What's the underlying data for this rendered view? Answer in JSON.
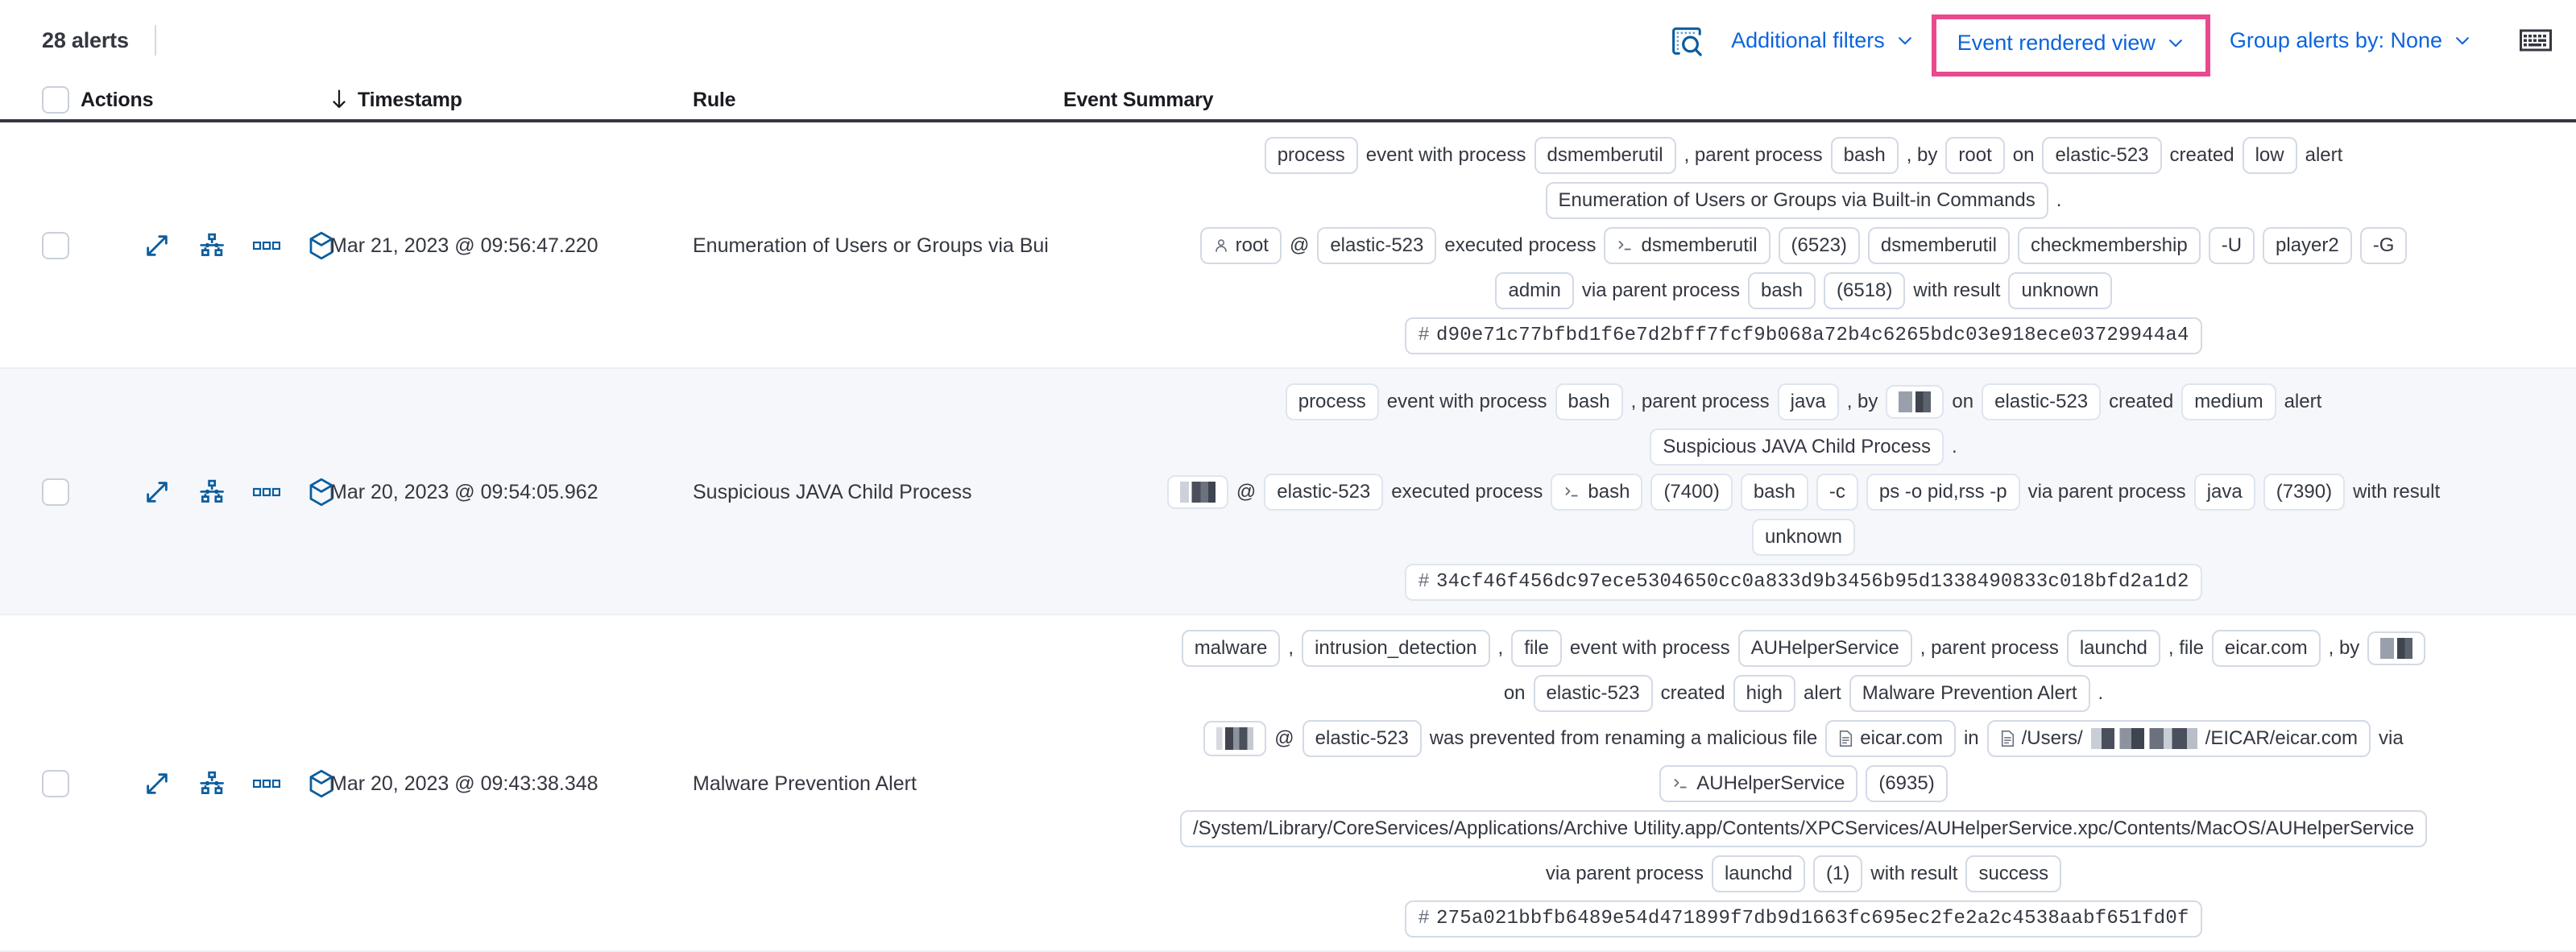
{
  "toolbar": {
    "alert_count": "28 alerts",
    "inspect_icon": "inspect-search-icon",
    "additional_filters": "Additional filters",
    "event_rendered_view": "Event rendered view",
    "group_alerts_by": "Group alerts by: None",
    "keyboard_icon": "keyboard-icon",
    "highlight_color": "#e9498f",
    "link_color": "#0b64dd"
  },
  "table": {
    "headers": {
      "actions": "Actions",
      "timestamp": "Timestamp",
      "rule": "Rule",
      "event_summary": "Event Summary",
      "sort_direction": "desc"
    },
    "row_actions": [
      "expand-icon",
      "analyzer-icon",
      "more-actions-icon",
      "session-view-icon"
    ],
    "rows": [
      {
        "timestamp": "Mar 21, 2023 @ 09:56:47.220",
        "rule": "Enumeration of Users or Groups via Bui",
        "summary_lines": [
          [
            {
              "t": "chip",
              "v": "process"
            },
            {
              "t": "txt",
              "v": "event with process"
            },
            {
              "t": "chip",
              "v": "dsmemberutil"
            },
            {
              "t": "txt",
              "v": ", parent process"
            },
            {
              "t": "chip",
              "v": "bash"
            },
            {
              "t": "txt",
              "v": ", by"
            },
            {
              "t": "chip",
              "v": "root"
            },
            {
              "t": "txt",
              "v": "on"
            },
            {
              "t": "chip",
              "v": "elastic-523"
            },
            {
              "t": "txt",
              "v": "created"
            },
            {
              "t": "chip",
              "v": "low"
            },
            {
              "t": "txt",
              "v": "alert"
            }
          ],
          [
            {
              "t": "chip",
              "v": "Enumeration of Users or Groups via Built-in Commands"
            },
            {
              "t": "txt",
              "v": "."
            }
          ],
          [
            {
              "t": "chip",
              "v": "root",
              "icon": "user-icon"
            },
            {
              "t": "txt",
              "v": "@"
            },
            {
              "t": "chip",
              "v": "elastic-523"
            },
            {
              "t": "txt",
              "v": "executed process"
            },
            {
              "t": "chip",
              "v": "dsmemberutil",
              "icon": "console-icon"
            },
            {
              "t": "chip",
              "v": "(6523)"
            },
            {
              "t": "chip",
              "v": "dsmemberutil"
            },
            {
              "t": "chip",
              "v": "checkmembership"
            },
            {
              "t": "chip",
              "v": "-U"
            },
            {
              "t": "chip",
              "v": "player2"
            },
            {
              "t": "chip",
              "v": "-G"
            }
          ],
          [
            {
              "t": "chip",
              "v": "admin"
            },
            {
              "t": "txt",
              "v": "via parent process"
            },
            {
              "t": "chip",
              "v": "bash"
            },
            {
              "t": "chip",
              "v": "(6518)"
            },
            {
              "t": "txt",
              "v": "with result"
            },
            {
              "t": "chip",
              "v": "unknown"
            }
          ],
          [
            {
              "t": "chip",
              "v": "d90e71c77bfbd1f6e7d2bff7fcf9b068a72b4c6265bdc03e918ece03729944a4",
              "icon": "hash-icon",
              "mono": true
            }
          ]
        ]
      },
      {
        "timestamp": "Mar 20, 2023 @ 09:54:05.962",
        "rule": "Suspicious JAVA Child Process",
        "summary_lines": [
          [
            {
              "t": "chip",
              "v": "process"
            },
            {
              "t": "txt",
              "v": "event with process"
            },
            {
              "t": "chip",
              "v": "bash"
            },
            {
              "t": "txt",
              "v": ", parent process"
            },
            {
              "t": "chip",
              "v": "java"
            },
            {
              "t": "txt",
              "v": ", by"
            },
            {
              "t": "chip",
              "v": "",
              "redact": "r2"
            },
            {
              "t": "txt",
              "v": "on"
            },
            {
              "t": "chip",
              "v": "elastic-523"
            },
            {
              "t": "txt",
              "v": "created"
            },
            {
              "t": "chip",
              "v": "medium"
            },
            {
              "t": "txt",
              "v": "alert"
            }
          ],
          [
            {
              "t": "chip",
              "v": "Suspicious JAVA Child Process"
            },
            {
              "t": "txt",
              "v": "."
            }
          ],
          [
            {
              "t": "chip",
              "v": "",
              "redact": "r1"
            },
            {
              "t": "txt",
              "v": "@"
            },
            {
              "t": "chip",
              "v": "elastic-523"
            },
            {
              "t": "txt",
              "v": "executed process"
            },
            {
              "t": "chip",
              "v": "bash",
              "icon": "console-icon"
            },
            {
              "t": "chip",
              "v": "(7400)"
            },
            {
              "t": "chip",
              "v": "bash"
            },
            {
              "t": "chip",
              "v": "-c"
            },
            {
              "t": "chip",
              "v": "ps -o pid,rss -p"
            },
            {
              "t": "txt",
              "v": "via parent process"
            },
            {
              "t": "chip",
              "v": "java"
            },
            {
              "t": "chip",
              "v": "(7390)"
            },
            {
              "t": "txt",
              "v": "with result"
            }
          ],
          [
            {
              "t": "chip",
              "v": "unknown"
            }
          ],
          [
            {
              "t": "chip",
              "v": "34cf46f456dc97ece5304650cc0a833d9b3456b95d1338490833c018bfd2a1d2",
              "icon": "hash-icon",
              "mono": true
            }
          ]
        ]
      },
      {
        "timestamp": "Mar 20, 2023 @ 09:43:38.348",
        "rule": "Malware Prevention Alert",
        "summary_lines": [
          [
            {
              "t": "chip",
              "v": "malware"
            },
            {
              "t": "txt",
              "v": ","
            },
            {
              "t": "chip",
              "v": "intrusion_detection"
            },
            {
              "t": "txt",
              "v": ","
            },
            {
              "t": "chip",
              "v": "file"
            },
            {
              "t": "txt",
              "v": "event with process"
            },
            {
              "t": "chip",
              "v": "AUHelperService"
            },
            {
              "t": "txt",
              "v": ", parent process"
            },
            {
              "t": "chip",
              "v": "launchd"
            },
            {
              "t": "txt",
              "v": ", file"
            },
            {
              "t": "chip",
              "v": "eicar.com"
            },
            {
              "t": "txt",
              "v": ", by"
            },
            {
              "t": "chip",
              "v": "",
              "redact": "r2"
            }
          ],
          [
            {
              "t": "txt",
              "v": "on"
            },
            {
              "t": "chip",
              "v": "elastic-523"
            },
            {
              "t": "txt",
              "v": "created"
            },
            {
              "t": "chip",
              "v": "high"
            },
            {
              "t": "txt",
              "v": "alert"
            },
            {
              "t": "chip",
              "v": "Malware Prevention Alert"
            },
            {
              "t": "txt",
              "v": "."
            }
          ],
          [
            {
              "t": "chip",
              "v": "",
              "redact": "r3"
            },
            {
              "t": "txt",
              "v": "@"
            },
            {
              "t": "chip",
              "v": "elastic-523"
            },
            {
              "t": "txt",
              "v": "was prevented from renaming a malicious file"
            },
            {
              "t": "chip",
              "v": "eicar.com",
              "icon": "file-icon"
            },
            {
              "t": "txt",
              "v": "in"
            },
            {
              "t": "chip",
              "v": "/Users/",
              "v2": "/EICAR/eicar.com",
              "icon": "file-icon",
              "pathredact": true
            },
            {
              "t": "txt",
              "v": "via"
            }
          ],
          [
            {
              "t": "chip",
              "v": "AUHelperService",
              "icon": "console-icon"
            },
            {
              "t": "chip",
              "v": "(6935)"
            }
          ],
          [
            {
              "t": "chip",
              "v": "/System/Library/CoreServices/Applications/Archive Utility.app/Contents/XPCServices/AUHelperService.xpc/Contents/MacOS/AUHelperService"
            }
          ],
          [
            {
              "t": "txt",
              "v": "via parent process"
            },
            {
              "t": "chip",
              "v": "launchd"
            },
            {
              "t": "chip",
              "v": "(1)"
            },
            {
              "t": "txt",
              "v": "with result"
            },
            {
              "t": "chip",
              "v": "success"
            }
          ],
          [
            {
              "t": "chip",
              "v": "275a021bbfb6489e54d471899f7db9d1663fc695ec2fe2a2c4538aabf651fd0f",
              "icon": "hash-icon",
              "mono": true
            }
          ]
        ]
      }
    ]
  }
}
